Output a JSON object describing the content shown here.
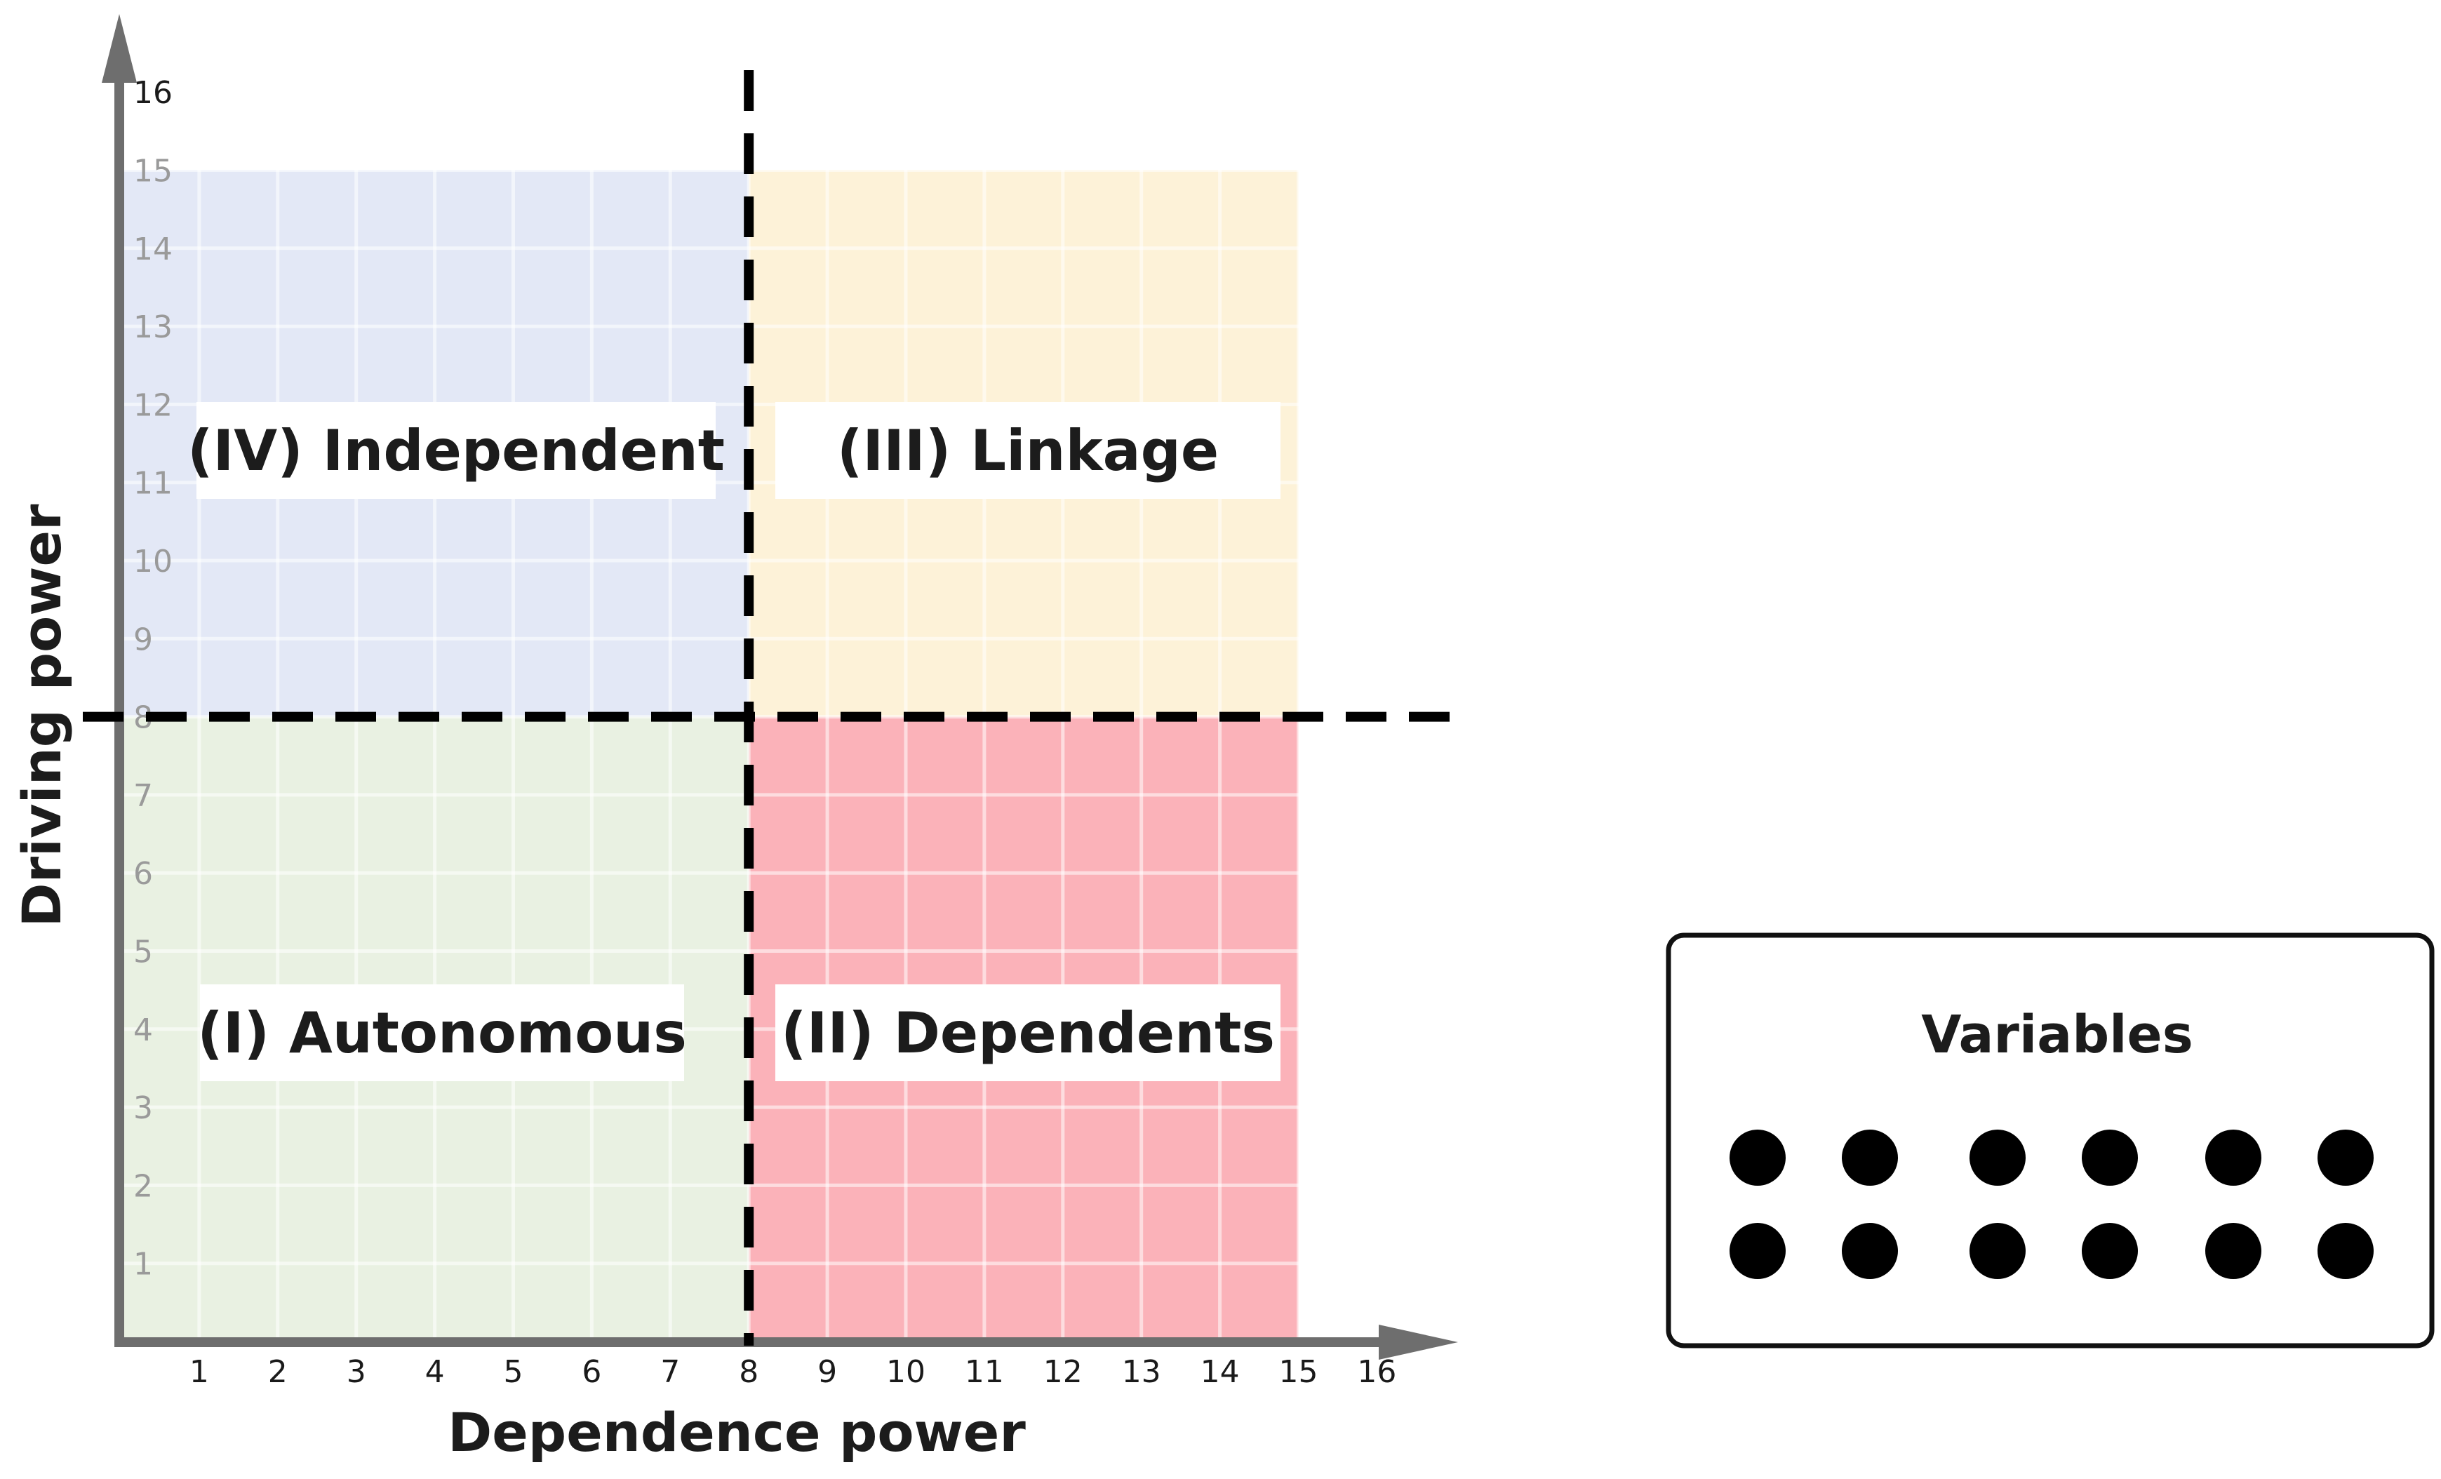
{
  "axes": {
    "x_title": "Dependence power",
    "y_title": "Driving power",
    "x_ticks": [
      "1",
      "2",
      "3",
      "4",
      "5",
      "6",
      "7",
      "8",
      "9",
      "10",
      "11",
      "12",
      "13",
      "14",
      "15",
      "16"
    ],
    "y_ticks": [
      "1",
      "2",
      "3",
      "4",
      "5",
      "6",
      "7",
      "8",
      "9",
      "10",
      "11",
      "12",
      "13",
      "14",
      "15",
      "16"
    ],
    "x_range": [
      0,
      16
    ],
    "y_range": [
      0,
      16
    ],
    "axis_color": "#6e6e6e"
  },
  "threshold": {
    "x": 8,
    "y": 8
  },
  "quadrants": [
    {
      "label": "(IV) Independent",
      "x_range": [
        0,
        8
      ],
      "y_range": [
        8,
        15
      ],
      "color": "#e3e8f6"
    },
    {
      "label": "(III) Linkage",
      "x_range": [
        8,
        15
      ],
      "y_range": [
        8,
        15
      ],
      "color": "#fdf2d8"
    },
    {
      "label": "(I) Autonomous",
      "x_range": [
        0,
        8
      ],
      "y_range": [
        0,
        8
      ],
      "color": "#e9f1e2"
    },
    {
      "label": "(II) Dependents",
      "x_range": [
        8,
        15
      ],
      "y_range": [
        0,
        8
      ],
      "color": "#fbb2b9"
    }
  ],
  "legend": {
    "title": "Variables",
    "rows": 2,
    "columns": 6,
    "marker": "filled-circle",
    "marker_color": "#000000"
  }
}
